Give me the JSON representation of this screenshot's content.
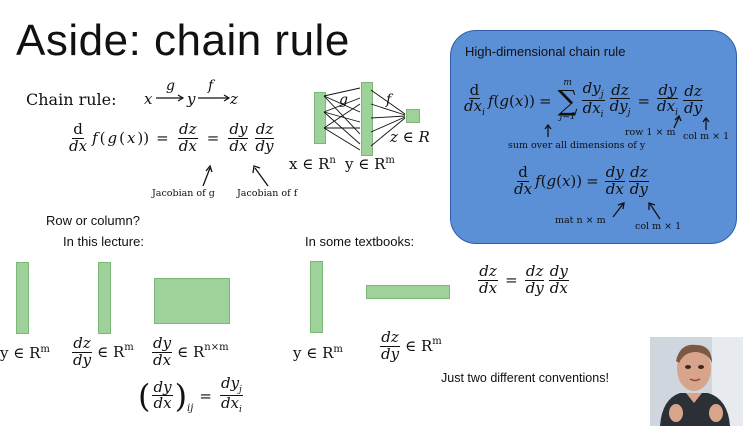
{
  "title": "Aside: chain rule",
  "chain_rule": {
    "label": "Chain rule:",
    "arrow_g": "g",
    "arrow_f": "f",
    "x": "x",
    "y": "y",
    "z": "z",
    "jacobian_g": "Jacobian of g",
    "jacobian_f": "Jacobian of f"
  },
  "network": {
    "g": "g",
    "f": "f",
    "x_space": "x ∈ R",
    "x_exp": "n",
    "y_space": "y ∈ R",
    "y_exp": "m",
    "z_space": "z ∈ R"
  },
  "sections": {
    "row_or_column": "Row or column?",
    "this_lecture": "In this lecture:",
    "some_textbooks": "In some textbooks:"
  },
  "lecture": {
    "y_space": "y ∈ R",
    "y_exp": "m",
    "dzdy_space": "∈ R",
    "dzdy_exp": "m",
    "dydx_space": "∈ R",
    "dydx_exp": "n×m"
  },
  "textbook": {
    "y_space": "y ∈ R",
    "y_exp": "m",
    "dzdy_space": "∈ R",
    "dzdy_exp": "m"
  },
  "conventions_note": "Just two different conventions!",
  "blue_box": {
    "title": "High-dimensional chain rule",
    "sum_upper": "m",
    "sum_lower": "j=1",
    "sum_note": "sum over all dimensions of y",
    "row_note": "row 1 × m",
    "col_note_top": "col m × 1",
    "mat_note": "mat n × m",
    "col_note_bottom": "col m × 1"
  },
  "colors": {
    "green": "#9fd19a",
    "blue_box": "#5b8fd6"
  }
}
